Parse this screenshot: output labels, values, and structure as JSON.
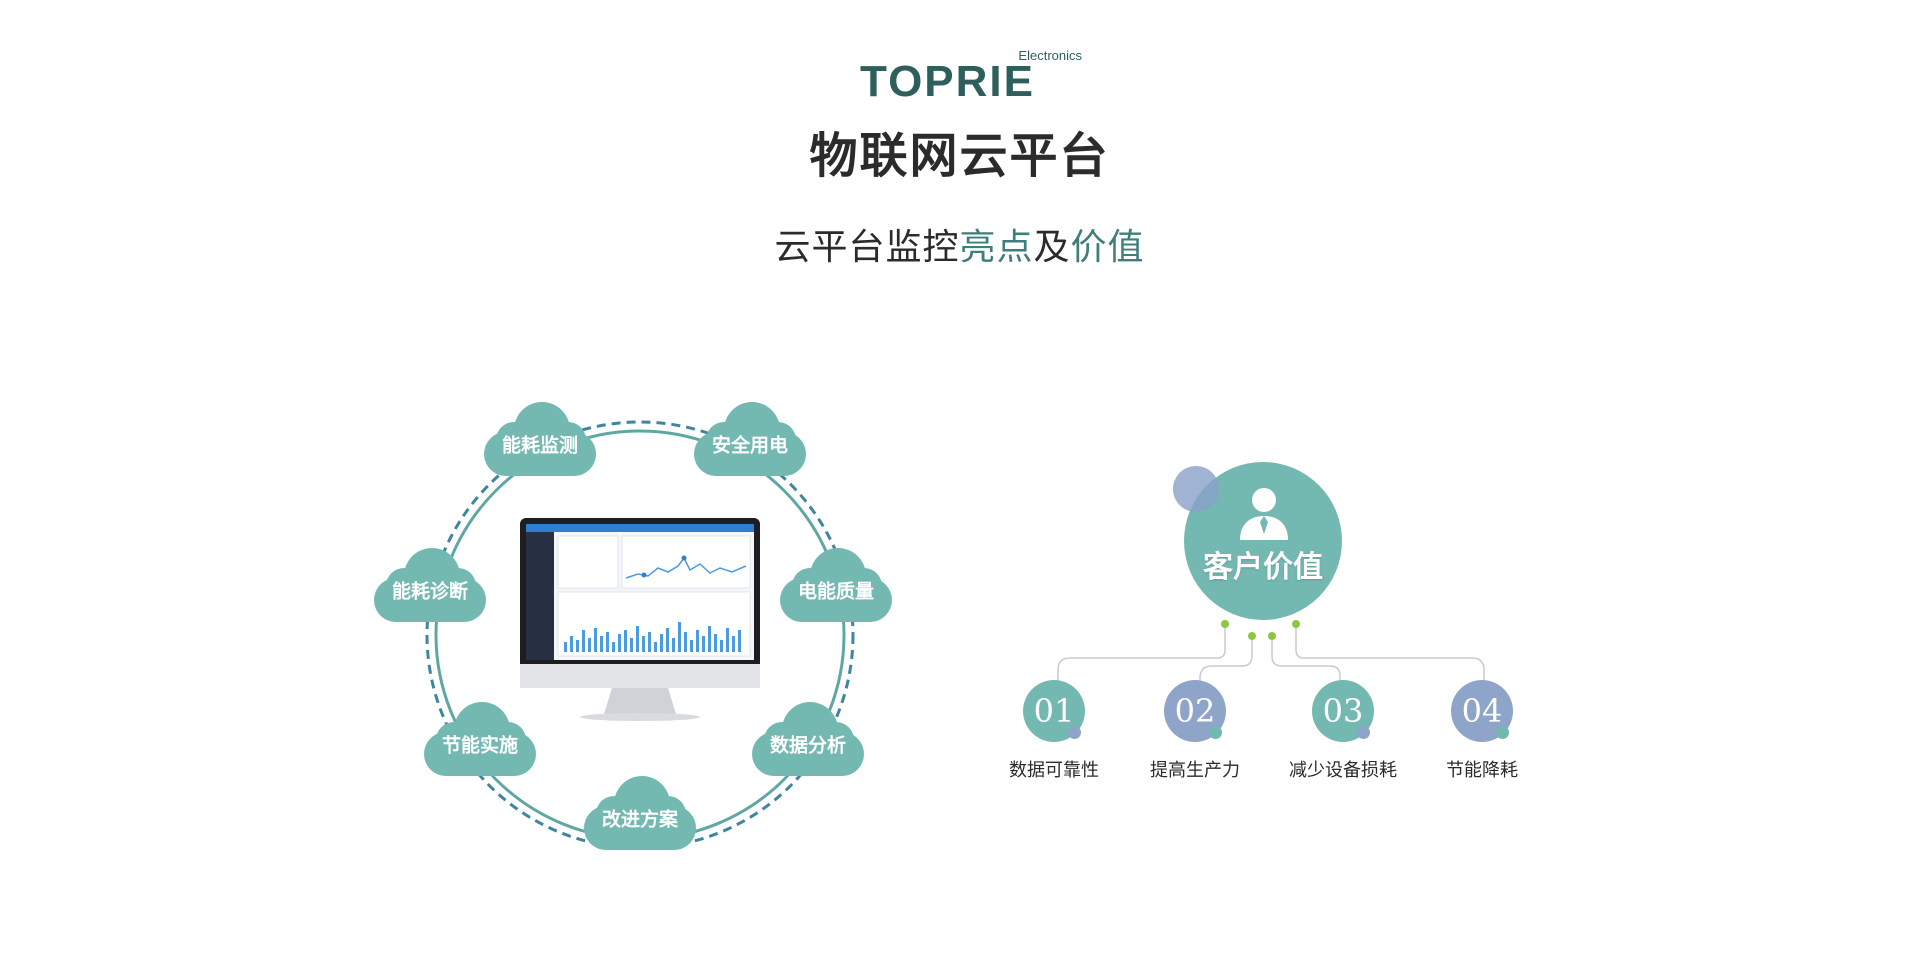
{
  "header": {
    "logo_main": "TOPRIE",
    "logo_sub": "Electronics",
    "title": "物联网云平台",
    "subtitle_parts": [
      "云平台监控",
      "亮点",
      "及",
      "价值"
    ]
  },
  "features": [
    "能耗监测",
    "安全用电",
    "电能质量",
    "数据分析",
    "改进方案",
    "节能实施",
    "能耗诊断"
  ],
  "customer_value": {
    "title": "客户价值",
    "items": [
      {
        "num": "01",
        "label": "数据可靠性"
      },
      {
        "num": "02",
        "label": "提高生产力"
      },
      {
        "num": "03",
        "label": "减少设备损耗"
      },
      {
        "num": "04",
        "label": "节能降耗"
      }
    ]
  },
  "colors": {
    "teal": "#74b8b2",
    "dark_teal": "#3e7e7b",
    "blue_grey": "#8ea4c8",
    "green_dot": "#8dc63f"
  }
}
